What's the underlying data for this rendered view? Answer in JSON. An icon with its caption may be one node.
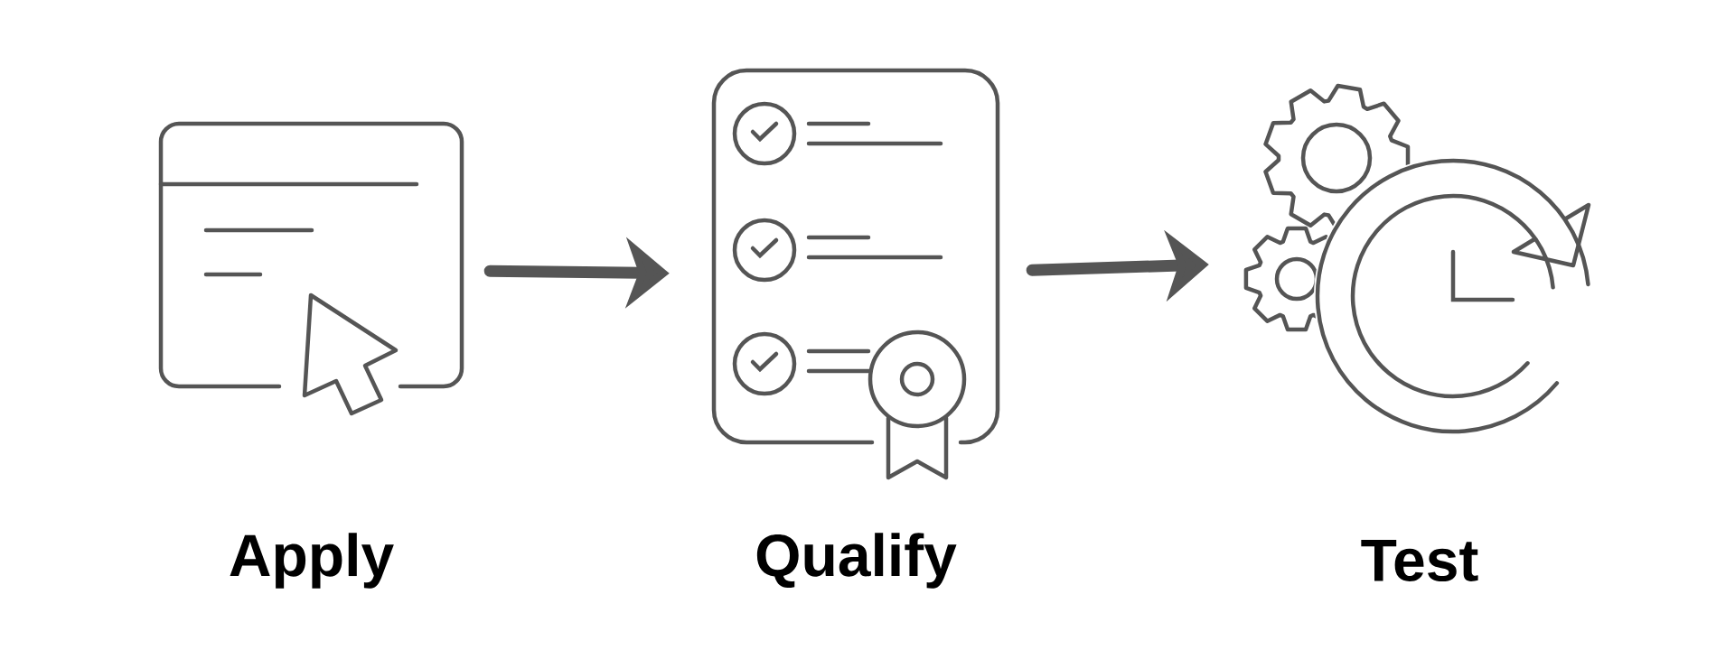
{
  "diagram": {
    "nodes": [
      {
        "text": [
          "Apply"
        ]
      },
      {
        "text": [
          "Qualify"
        ]
      },
      {
        "text": [
          "Test"
        ]
      }
    ],
    "edges": [
      {
        "from": 0,
        "to": 1,
        "arrow": "to"
      },
      {
        "from": 1,
        "to": 2,
        "arrow": "to"
      }
    ]
  }
}
